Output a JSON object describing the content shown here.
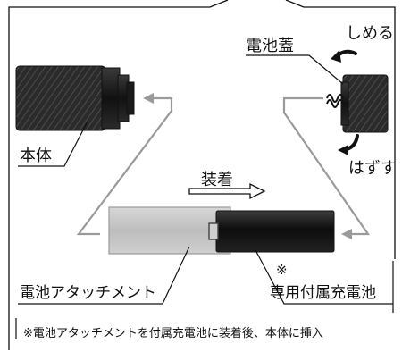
{
  "labels": {
    "shimeru": "しめる",
    "denchibuta": "電池蓋",
    "hazusu": "はずす",
    "hontai": "本体",
    "souchaku": "装着",
    "asterisk": "※",
    "attachment": "電池アタッチメント",
    "fuzoku_denchi": "専用付属充電池",
    "footnote": "※電池アタッチメントを付属充電池に装着後、本体に挿入"
  },
  "icons": {
    "tighten": "curved-arrow-tighten-icon",
    "loosen": "curved-arrow-loosen-icon",
    "attach": "outline-arrow-right-icon",
    "spring": "spring-icon"
  },
  "colors": {
    "line": "#111111",
    "flow_arrow": "#9a9a9a",
    "attachment_fill": "#c7c7c7",
    "body_dark": "#1a1a1a"
  }
}
